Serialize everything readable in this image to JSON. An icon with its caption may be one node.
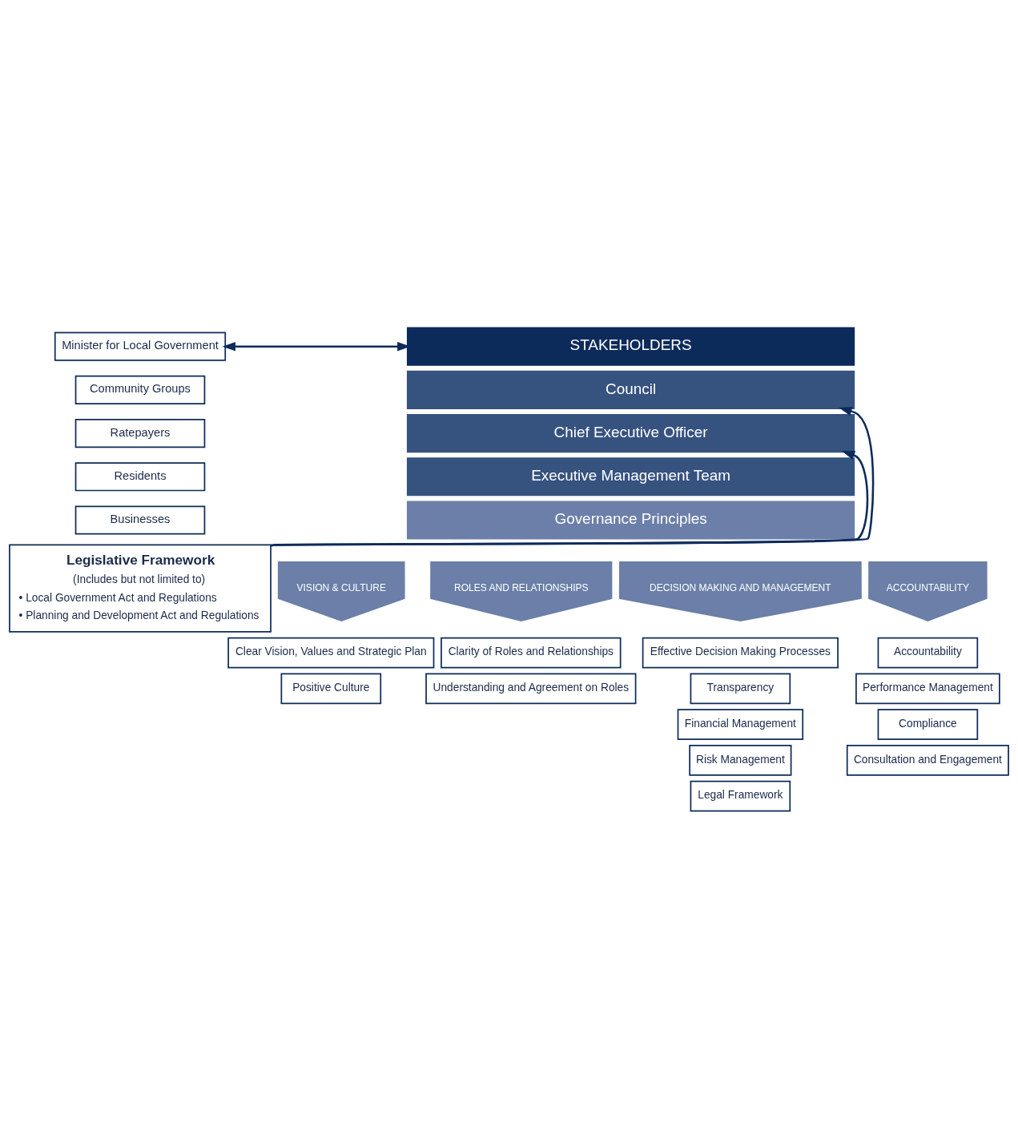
{
  "diagram": {
    "nodes": [
      {
        "text": [
          "Minister for Local Government"
        ]
      },
      {
        "text": [
          "Community Groups"
        ]
      },
      {
        "text": [
          "Ratepayers"
        ]
      },
      {
        "text": [
          "Residents"
        ]
      },
      {
        "text": [
          "Businesses"
        ]
      },
      {
        "text": [
          "STAKEHOLDERS"
        ]
      },
      {
        "text": [
          "Council"
        ]
      },
      {
        "text": [
          "Chief Executive Officer"
        ]
      },
      {
        "text": [
          "Executive Management Team"
        ]
      },
      {
        "text": [
          "Legislative Framework",
          "(Includes but not limited to)",
          "• Local Government Act and Regulations",
          "• Planning and Development Act and Regulations"
        ]
      },
      {
        "text": [
          "Governance Principles"
        ]
      },
      {
        "text": [
          "VISION & CULTURE"
        ]
      },
      {
        "text": [
          "ROLES AND RELATIONSHIPS"
        ]
      },
      {
        "text": [
          "DECISION MAKING AND MANAGEMENT"
        ]
      },
      {
        "text": [
          "ACCOUNTABILITY"
        ]
      },
      {
        "text": [
          "Clear Vision, Values and Strategic Plan"
        ]
      },
      {
        "text": [
          "Positive Culture"
        ]
      },
      {
        "text": [
          "Clarity of Roles and Relationships"
        ]
      },
      {
        "text": [
          "Understanding and Agreement on Roles"
        ]
      },
      {
        "text": [
          "Effective Decision Making Processes"
        ]
      },
      {
        "text": [
          "Transparency"
        ]
      },
      {
        "text": [
          "Financial Management"
        ]
      },
      {
        "text": [
          "Risk Management"
        ]
      },
      {
        "text": [
          "Legal Framework"
        ]
      },
      {
        "text": [
          "Accountability"
        ]
      },
      {
        "text": [
          "Performance Management"
        ]
      },
      {
        "text": [
          "Compliance"
        ]
      },
      {
        "text": [
          "Consultation and Engagement"
        ]
      }
    ],
    "edges": [
      {
        "from": 0,
        "to": 5,
        "arrow": "both"
      },
      {
        "from": 9,
        "to": 6,
        "arrow": "to"
      },
      {
        "from": 9,
        "to": 7,
        "arrow": "to"
      }
    ]
  }
}
